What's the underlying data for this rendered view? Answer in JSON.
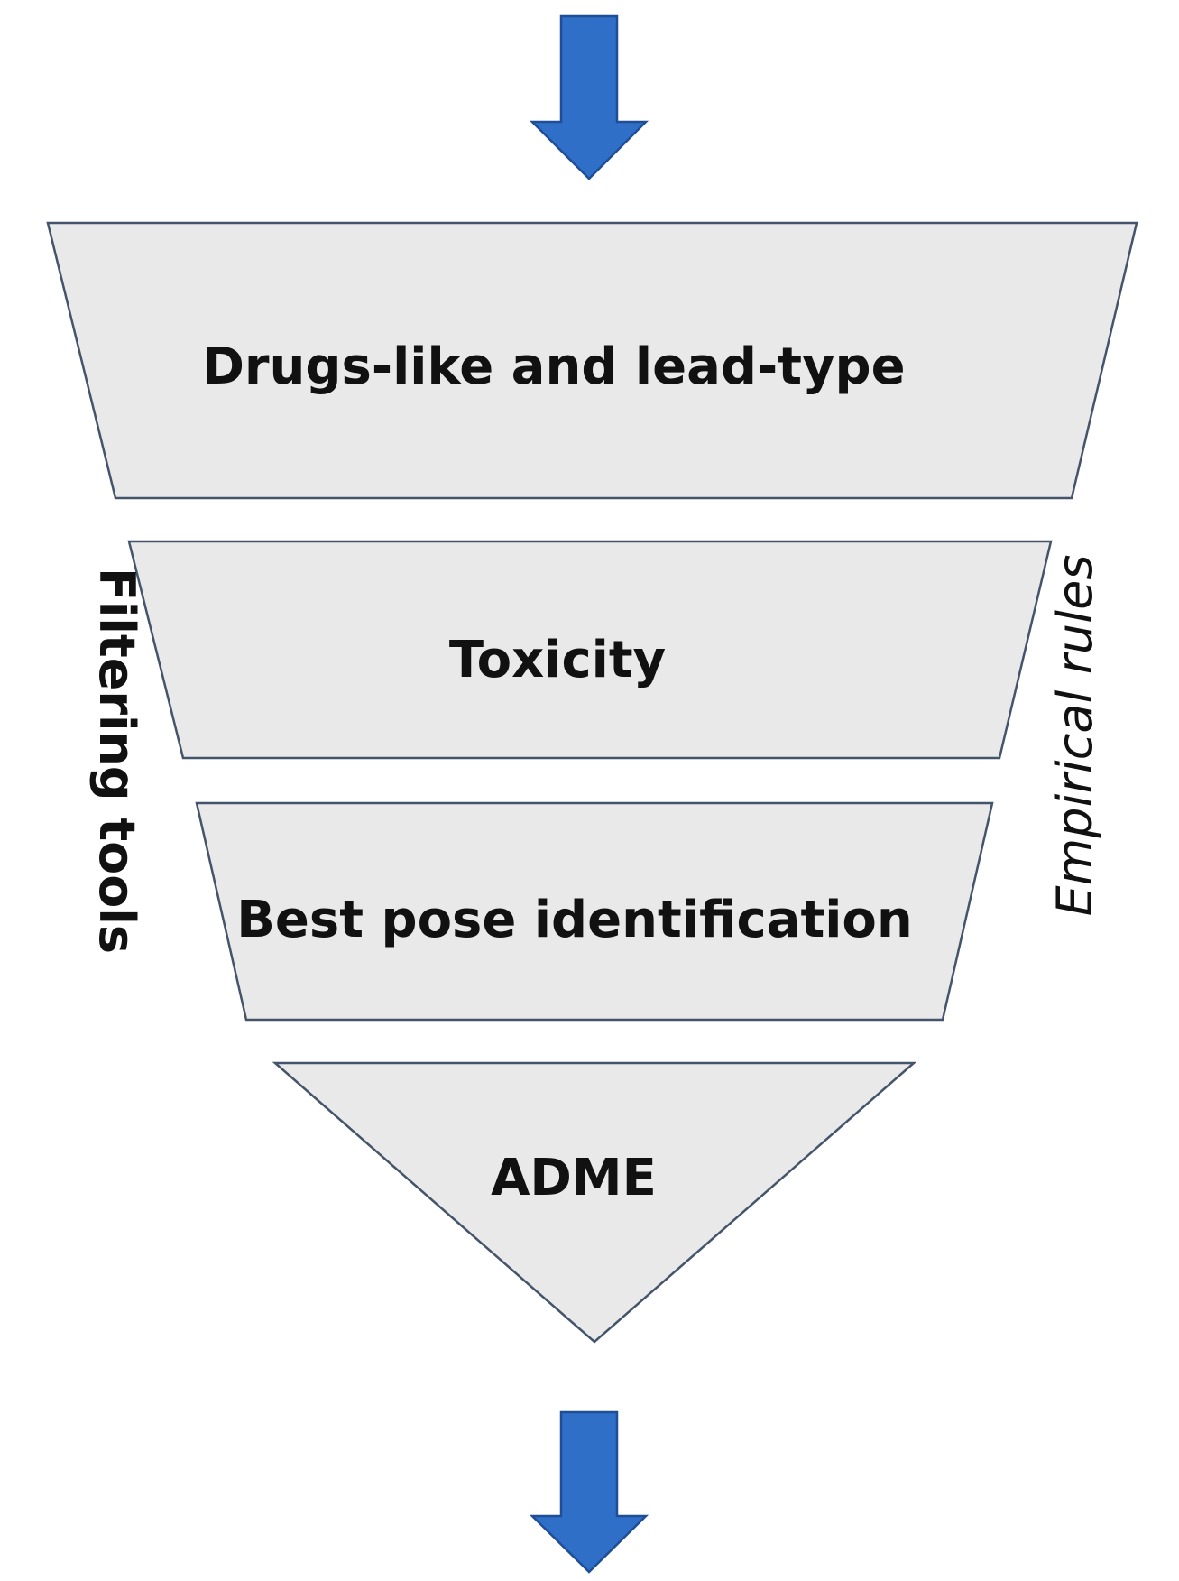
{
  "stages": [
    {
      "label": "Drugs-like and lead-type"
    },
    {
      "label": "Toxicity"
    },
    {
      "label": "Best pose identification"
    },
    {
      "label": "ADME"
    }
  ],
  "side_labels": {
    "left": "Filtering tools",
    "right": "Empirical rules"
  },
  "colors": {
    "stage_fill": "#e9e9ea",
    "stage_border": "#44546a",
    "arrow_fill": "#2f6fc8"
  }
}
